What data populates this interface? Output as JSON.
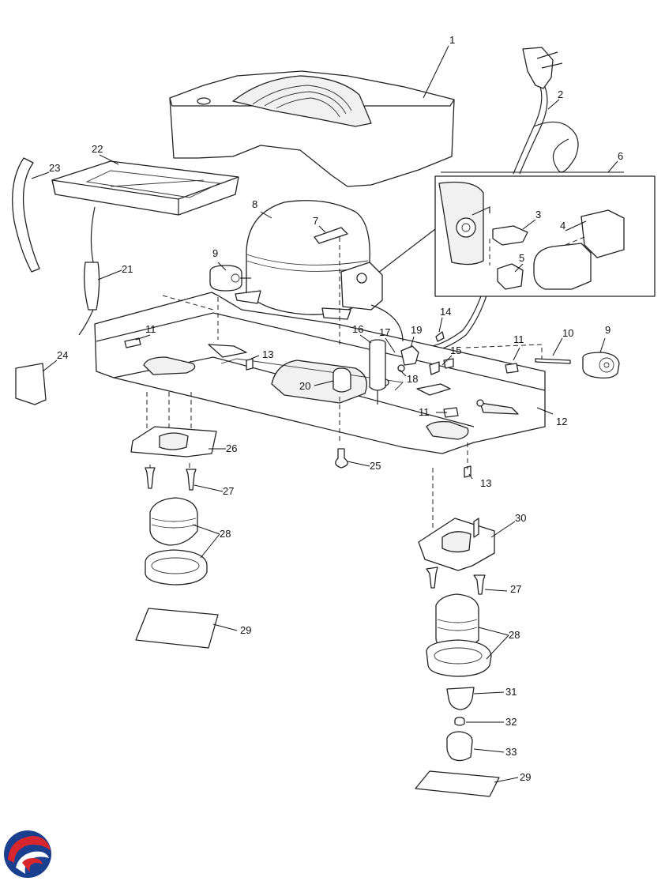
{
  "callouts": [
    {
      "id": "c1",
      "label": "1"
    },
    {
      "id": "c2",
      "label": "2"
    },
    {
      "id": "c3",
      "label": "3"
    },
    {
      "id": "c4",
      "label": "4"
    },
    {
      "id": "c5",
      "label": "5"
    },
    {
      "id": "c6",
      "label": "6"
    },
    {
      "id": "c7",
      "label": "7"
    },
    {
      "id": "c8",
      "label": "8"
    },
    {
      "id": "c9a",
      "label": "9"
    },
    {
      "id": "c9b",
      "label": "9"
    },
    {
      "id": "c10",
      "label": "10"
    },
    {
      "id": "c11a",
      "label": "11"
    },
    {
      "id": "c11b",
      "label": "11"
    },
    {
      "id": "c11c",
      "label": "11"
    },
    {
      "id": "c12",
      "label": "12"
    },
    {
      "id": "c13a",
      "label": "13"
    },
    {
      "id": "c13b",
      "label": "13"
    },
    {
      "id": "c14",
      "label": "14"
    },
    {
      "id": "c15",
      "label": "15"
    },
    {
      "id": "c16",
      "label": "16"
    },
    {
      "id": "c17",
      "label": "17"
    },
    {
      "id": "c18",
      "label": "18"
    },
    {
      "id": "c19",
      "label": "19"
    },
    {
      "id": "c20",
      "label": "20"
    },
    {
      "id": "c21",
      "label": "21"
    },
    {
      "id": "c22",
      "label": "22"
    },
    {
      "id": "c23",
      "label": "23"
    },
    {
      "id": "c24",
      "label": "24"
    },
    {
      "id": "c25",
      "label": "25"
    },
    {
      "id": "c26",
      "label": "26"
    },
    {
      "id": "c27a",
      "label": "27"
    },
    {
      "id": "c27b",
      "label": "27"
    },
    {
      "id": "c28a",
      "label": "28"
    },
    {
      "id": "c28b",
      "label": "28"
    },
    {
      "id": "c29a",
      "label": "29"
    },
    {
      "id": "c29b",
      "label": "29"
    },
    {
      "id": "c30",
      "label": "30"
    },
    {
      "id": "c31",
      "label": "31"
    },
    {
      "id": "c32",
      "label": "32"
    },
    {
      "id": "c33",
      "label": "33"
    }
  ],
  "logo": {
    "icon": "brand-swirl-logo",
    "colors": {
      "red": "#d8262e",
      "blue": "#1b3f8f"
    }
  }
}
